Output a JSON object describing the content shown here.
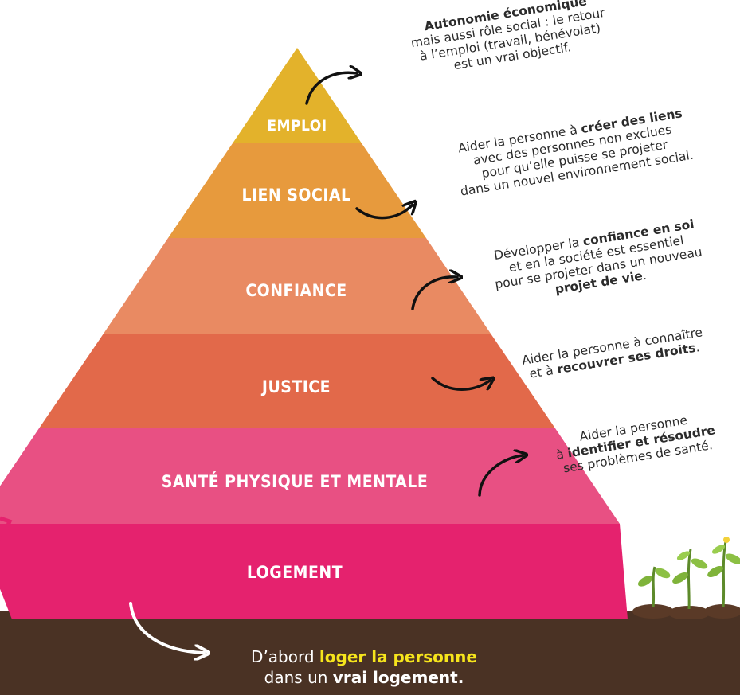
{
  "colors": {
    "emploi": "#e3b22b",
    "lien_social": "#e79a3d",
    "confiance": "#e98a62",
    "justice": "#e2694a",
    "sante": "#e85083",
    "logement": "#e5226e",
    "ground": "#4a3224",
    "highlight": "#f6e51c"
  },
  "pyramid": {
    "layers": [
      {
        "key": "emploi",
        "label": "EMPLOI"
      },
      {
        "key": "lien_social",
        "label": "LIEN SOCIAL"
      },
      {
        "key": "confiance",
        "label": "CONFIANCE"
      },
      {
        "key": "justice",
        "label": "JUSTICE"
      },
      {
        "key": "sante",
        "label": "SANTÉ PHYSIQUE ET MENTALE"
      },
      {
        "key": "logement",
        "label": "LOGEMENT"
      }
    ]
  },
  "notes": {
    "emploi": {
      "bold_title": "Autonomie économique",
      "line1": "mais aussi rôle social : le retour",
      "line2": "à l’emploi (travail, bénévolat)",
      "line3": "est un vrai objectif."
    },
    "lien_social": {
      "prefix": "Aider la personne à ",
      "bold": "créer des liens",
      "line2": "avec des personnes non exclues",
      "line3": "pour qu’elle puisse se projeter",
      "line4": "dans un nouvel environnement social."
    },
    "confiance": {
      "prefix": "Développer la ",
      "bold": "confiance en soi",
      "line2": "et en la société est essentiel",
      "line3": "pour se projeter dans un nouveau",
      "bold2": "projet de vie",
      "suffix": "."
    },
    "justice": {
      "line1": "Aider la personne à connaître",
      "prefix": "et à ",
      "bold": "recouvrer ses droits",
      "suffix": "."
    },
    "sante": {
      "line1": "Aider la personne",
      "prefix": "à ",
      "bold": "identifier et résoudre",
      "line3": "ses problèmes de santé."
    }
  },
  "bottom": {
    "prefix": "D’abord ",
    "highlight": "loger la personne",
    "prefix2": "dans un ",
    "bold": "vrai logement."
  }
}
